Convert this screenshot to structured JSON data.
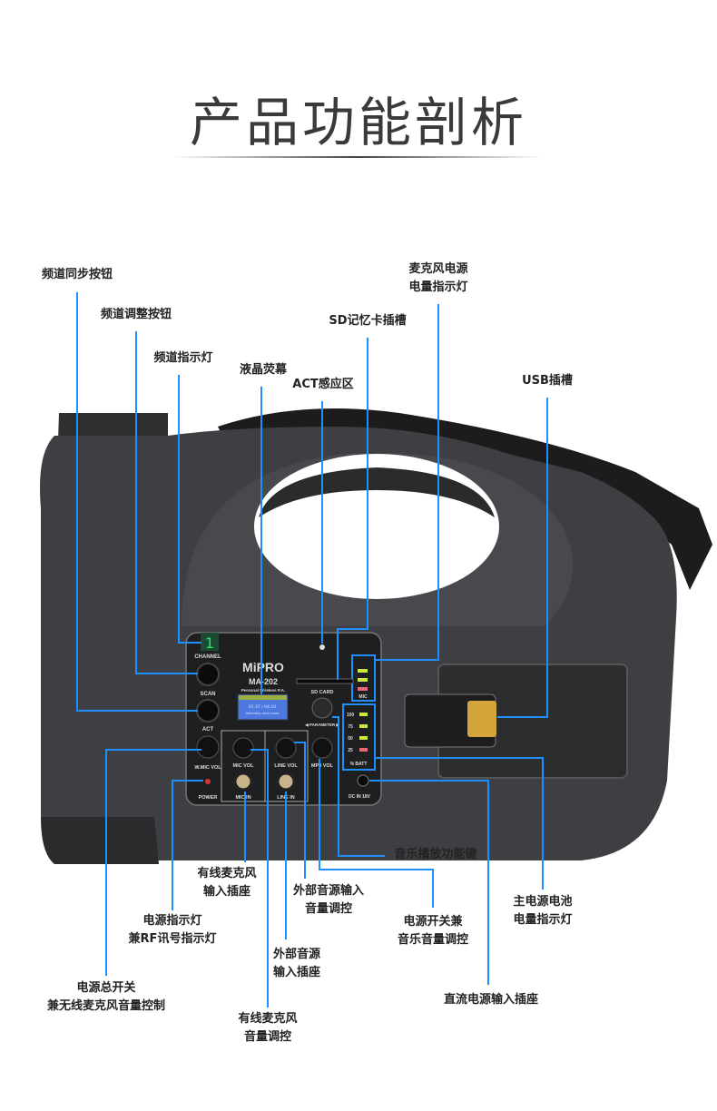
{
  "title": "产品功能剖析",
  "colors": {
    "leader": "#1e8fff",
    "body": "#3d3f42",
    "text": "#222222"
  },
  "labels": {
    "channel_sync": "频道同步按钮",
    "channel_adjust": "频道调整按钮",
    "channel_indicator": "频道指示灯",
    "lcd": "液晶荧幕",
    "act_zone": "ACT感应区",
    "sd_slot": "SD记忆卡插槽",
    "mic_battery_1": "麦克风电源",
    "mic_battery_2": "电量指示灯",
    "usb": "USB插槽",
    "music_key": "音乐播放功能键",
    "main_battery_1": "主电源电池",
    "main_battery_2": "电量指示灯",
    "dc_in": "直流电源输入插座",
    "power_music_1": "电源开关兼",
    "power_music_2": "音乐音量调控",
    "line_vol_1": "外部音源输入",
    "line_vol_2": "音量调控",
    "line_in_1": "外部音源",
    "line_in_2": "输入插座",
    "mic_vol_1": "有线麦克风",
    "mic_vol_2": "音量调控",
    "mic_in_1": "有线麦克风",
    "mic_in_2": "输入插座",
    "power_led_1": "电源指示灯",
    "power_led_2": "兼RF讯号指示灯",
    "main_power_1": "电源总开关",
    "main_power_2": "兼无线麦克风音量控制"
  },
  "panel": {
    "channel_digit": "1",
    "channel": "CHANNEL",
    "scan": "SCAN",
    "act": "ACT",
    "wmic_vol": "W.MIC VOL",
    "power": "POWER",
    "brand": "MiPRO",
    "model": "MA-202",
    "subtitle": "Personal Wireless P.A.",
    "lcd_line1": "01:37 / 04:10",
    "lcd_line2": "Yesterday once more",
    "sd_card": "SD CARD",
    "parameter": "◀ PARAMETER ▶",
    "mic_vol": "MIC VOL",
    "line_vol": "LINE VOL",
    "mp3_vol": "MP3 VOL",
    "mic_in": "MIC IN",
    "line_in": "LINE IN",
    "dc_in": "DC IN 18V",
    "mic": "MIC",
    "batt_levels": [
      "100",
      "75",
      "50",
      "25"
    ],
    "batt": "%  BATT"
  }
}
